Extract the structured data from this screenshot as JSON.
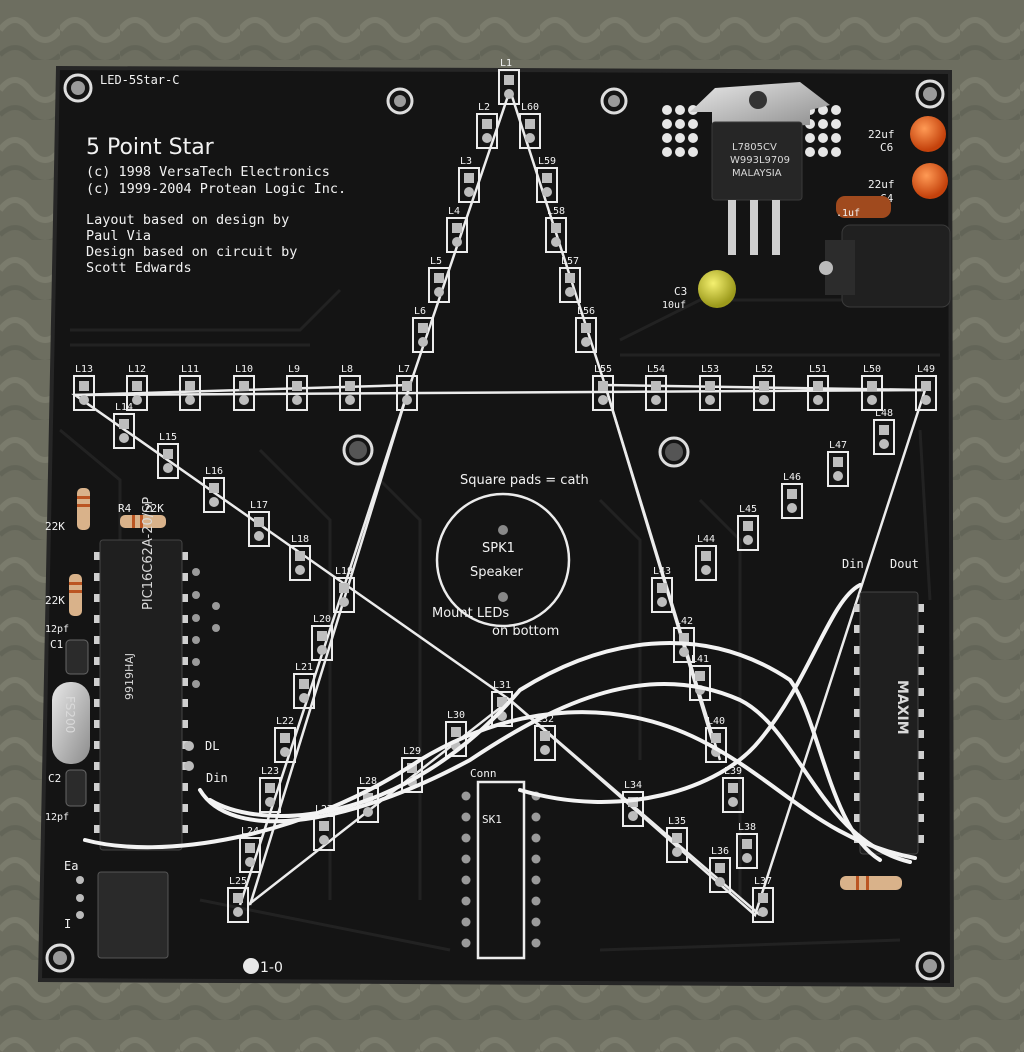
{
  "board": {
    "id": "LED-5Star-C",
    "title": "5 Point Star",
    "copyright_1": "(c) 1998 VersaTech Electronics",
    "copyright_2": "(c) 1999-2004 Protean Logic Inc.",
    "credit_1": "Layout based on design by",
    "credit_2": "Paul Via",
    "credit_3": "Design based on circuit by",
    "credit_4": "Scott Edwards",
    "note_pads": "Square pads = cath",
    "speaker_ref": "SPK1",
    "speaker_label": "Speaker",
    "mount_note_1": "Mount LEDs",
    "mount_note_2": "on bottom",
    "revision": "1-0",
    "connector_ref": "Conn",
    "connector_name": "SK1",
    "pin_din_left": "Din",
    "pin_dl_left": "DL",
    "pin_din_right": "Din",
    "pin_dout_right": "Dout"
  },
  "components": {
    "regulator_marking_1": "L7805CV",
    "regulator_marking_2": "W993L9709",
    "regulator_marking_3": "MALAYSIA",
    "mcu_marking": "PIC16C62A-20/SP",
    "mcu_lot": "9919HAJ",
    "driver_marking": "MAXIM",
    "crystal_marking": "FS200",
    "cap_c6_value": "22uf",
    "cap_c6_ref": "C6",
    "cap_c4_value": "22uf",
    "cap_c4_ref": "C4",
    "cap_c3_ref": "C3",
    "cap_c3_value": "10uf",
    "cap_1uf_value": ".1uf",
    "r4_ref": "R4",
    "r4_value": "22K",
    "r_left1_value": "22K",
    "r_left2_value": "22K",
    "c1_value": "12pf",
    "c1_ref": "C1",
    "c2_ref": "C2",
    "c2_value": "12pf",
    "eeprom_label_top": "Ea",
    "eeprom_label_side": "I"
  },
  "leds": [
    "L1",
    "L2",
    "L3",
    "L4",
    "L5",
    "L6",
    "L7",
    "L8",
    "L9",
    "L10",
    "L11",
    "L12",
    "L13",
    "L14",
    "L15",
    "L16",
    "L17",
    "L18",
    "L19",
    "L20",
    "L21",
    "L22",
    "L23",
    "L24",
    "L25",
    "L27",
    "L28",
    "L29",
    "L30",
    "L31",
    "L32",
    "L34",
    "L35",
    "L36",
    "L37",
    "L38",
    "L39",
    "L40",
    "L41",
    "L42",
    "L43",
    "L44",
    "L45",
    "L46",
    "L47",
    "L48",
    "L49",
    "L50",
    "L51",
    "L52",
    "L53",
    "L54",
    "L55",
    "L56",
    "L57",
    "L58",
    "L59",
    "L60"
  ]
}
